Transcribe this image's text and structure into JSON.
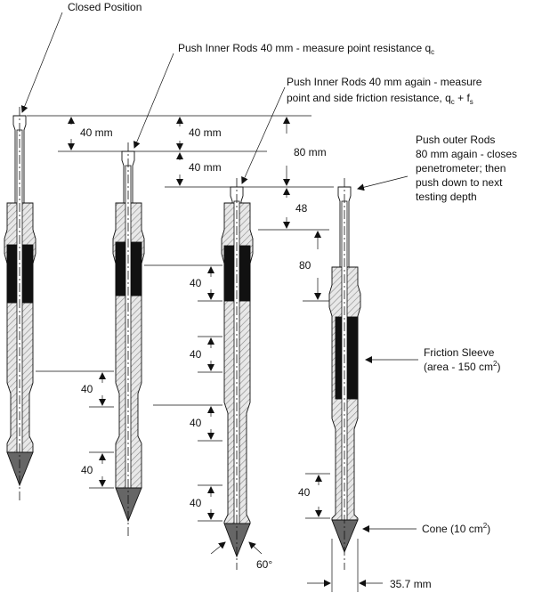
{
  "labels": {
    "closed": "Closed Position",
    "step1": "Push Inner Rods 40 mm - measure point resistance q",
    "step1_sub": "c",
    "step2_line1": "Push Inner Rods 40 mm again - measure",
    "step2_line2": "point and side friction resistance, q",
    "step2_sub1": "c",
    "step2_plus": " + f",
    "step2_sub2": "s",
    "step3_line1": "Push outer Rods",
    "step3_line2": "80 mm again - closes",
    "step3_line3": "penetrometer; then",
    "step3_line4": "push down to next",
    "step3_line5": "testing depth",
    "friction_line1": "Friction Sleeve",
    "friction_line2": "(area - 150 cm",
    "friction_sup": "2",
    "friction_close": ")",
    "cone": "Cone (10 cm",
    "cone_sup": "2",
    "cone_close": ")"
  },
  "dimensions": {
    "top_a": "40 mm",
    "top_b": "40 mm",
    "top_c": "40 mm",
    "top_d": "80 mm",
    "top_e": "48",
    "top_f": "80",
    "d1a": "40",
    "d1b": "40",
    "d3a": "40",
    "d3b": "40",
    "d3c": "40",
    "d3d": "40",
    "d4a": "40",
    "angle": "60°",
    "diameter": "35.7 mm"
  }
}
